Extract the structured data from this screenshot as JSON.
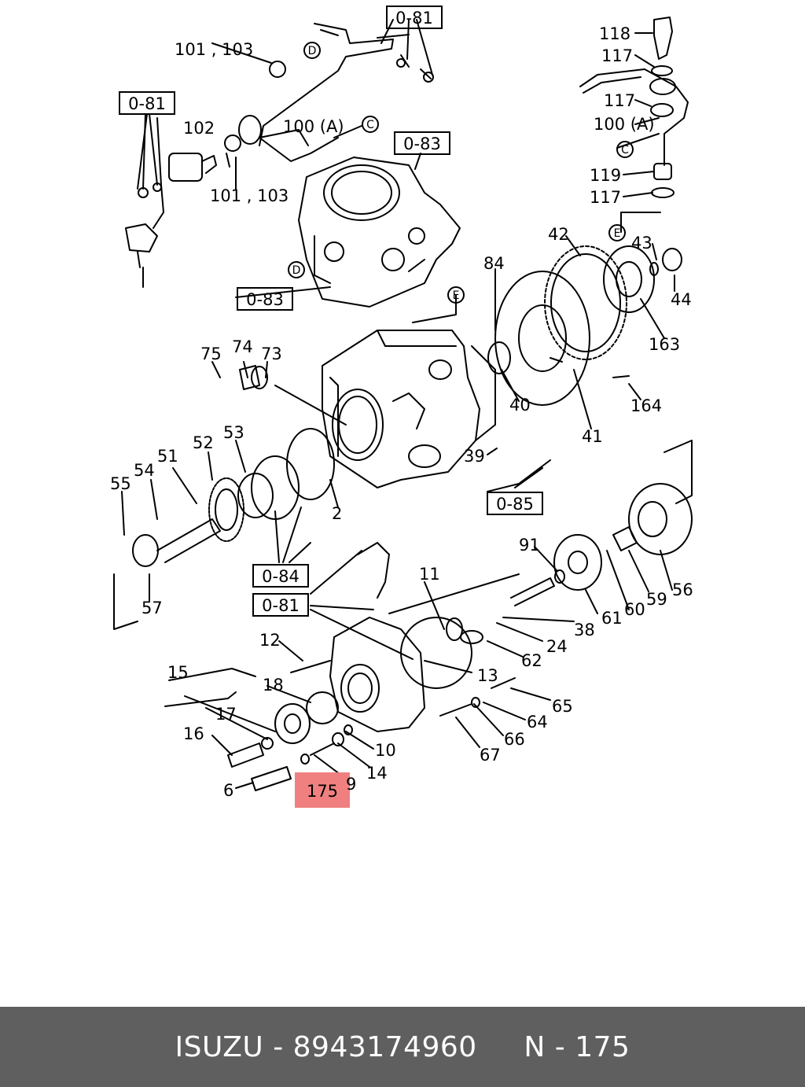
{
  "footer": {
    "brand": "ISUZU",
    "sep1": " - ",
    "part_number": "8943174960",
    "gap": "     ",
    "page_prefix": "N - ",
    "page_number": "175"
  },
  "highlight": {
    "label": "175",
    "color": "#f08080"
  },
  "references": [
    "0-81",
    "0-81",
    "0-83",
    "0-83",
    "0-84",
    "0-81",
    "0-85"
  ],
  "circle_markers": [
    "D",
    "C",
    "C",
    "E",
    "E",
    "D"
  ],
  "part_labels": [
    "101 , 103",
    "102",
    "101 , 103",
    "100 (A)",
    "118",
    "117",
    "117",
    "100 (A)",
    "119",
    "117",
    "42",
    "43",
    "44",
    "84",
    "163",
    "164",
    "40",
    "41",
    "75",
    "74",
    "73",
    "39",
    "52",
    "53",
    "51",
    "54",
    "55",
    "2",
    "57",
    "91",
    "11",
    "38",
    "24",
    "62",
    "61",
    "60",
    "59",
    "56",
    "12",
    "13",
    "15",
    "18",
    "17",
    "16",
    "10",
    "14",
    "9",
    "6",
    "65",
    "64",
    "66",
    "67"
  ]
}
